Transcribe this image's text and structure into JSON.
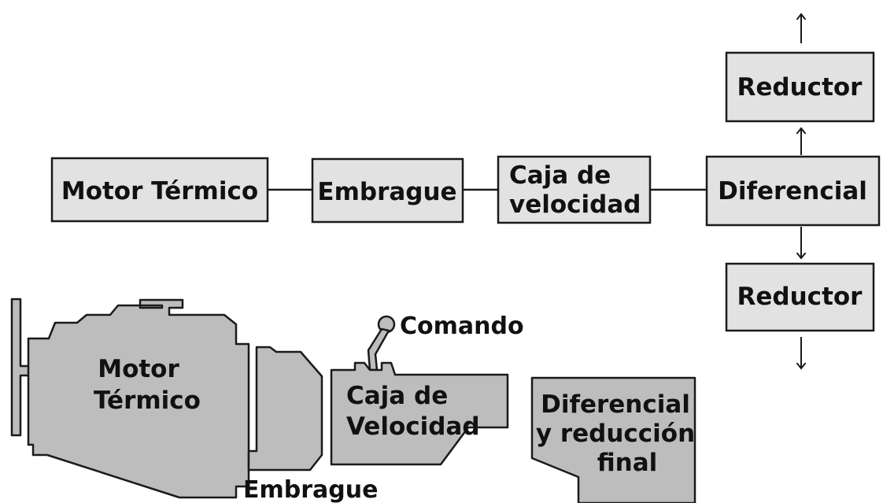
{
  "block_diagram": {
    "motor": "Motor Térmico",
    "embrague": "Embrague",
    "caja_line1": "Caja de",
    "caja_line2": "velocidad",
    "diferencial": "Diferencial",
    "reductor_top": "Reductor",
    "reductor_bottom": "Reductor"
  },
  "drawing": {
    "motor_line1": "Motor",
    "motor_line2": "Térmico",
    "caja_line1": "Caja de",
    "caja_line2": "Velocidad",
    "comando": "Comando",
    "embrague": "Embrague",
    "diferencial_line1": "Diferencial",
    "diferencial_line2": "y reducción",
    "diferencial_line3": "final"
  },
  "colors": {
    "box_fill": "#e2e2e2",
    "part_fill": "#bdbdbd",
    "stroke": "#1a1a1a"
  }
}
